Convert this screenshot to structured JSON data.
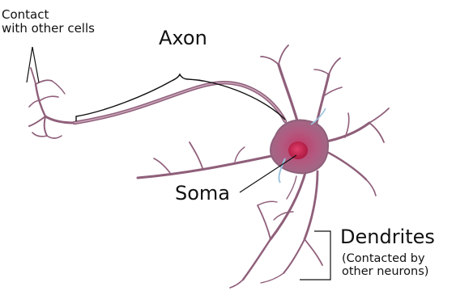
{
  "labels": {
    "contact_line1": "Contact",
    "contact_line2": "with other cells",
    "axon": "Axon",
    "soma": "Soma",
    "dendrites": "Dendrites",
    "dendrites_sub1": "(Contacted by",
    "dendrites_sub2": "other neurons)"
  },
  "colors": {
    "membrane": "#8f5f7a",
    "membrane_light": "#c9a4b8",
    "soma_fill": "#b84a72",
    "nucleus": "#c0284f",
    "highlight": "#9cc3e0",
    "ink": "#111111"
  }
}
